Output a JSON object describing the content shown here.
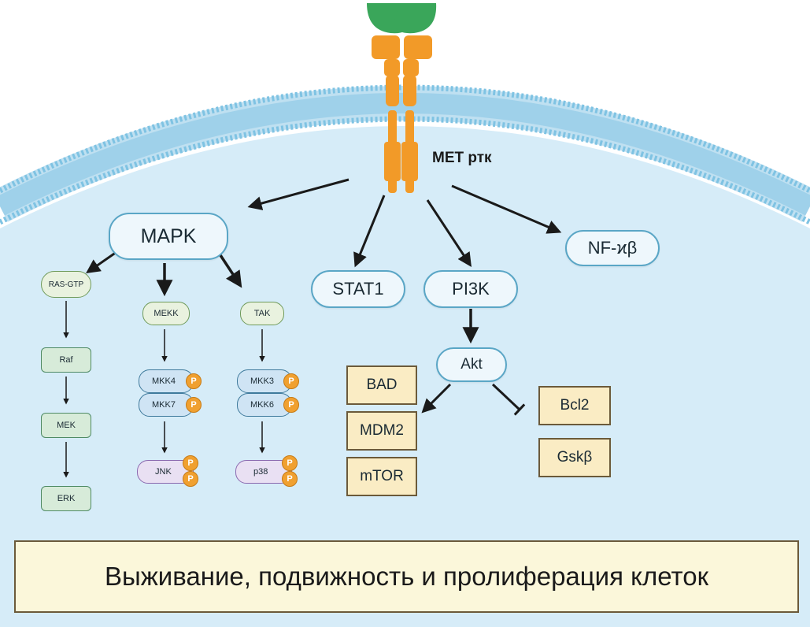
{
  "receptor": {
    "label": "MET ртк"
  },
  "nodes": {
    "mapk": "MAPK",
    "stat1": "STAT1",
    "pi3k": "PI3K",
    "nfkb": "NF-ϰβ",
    "akt": "Akt"
  },
  "mapk_branches": {
    "ras": {
      "top": "RAS-GTP",
      "steps": [
        "Raf",
        "MEK",
        "ERK"
      ]
    },
    "jnk_path": {
      "top": "MEKK",
      "kinases": [
        "MKK4",
        "MKK7"
      ],
      "end": "JNK"
    },
    "p38_path": {
      "top": "TAK",
      "kinases": [
        "MKK3",
        "MKK6"
      ],
      "end": "p38"
    }
  },
  "phospho_label": "P",
  "akt_activated": [
    "BAD",
    "MDM2",
    "mTOR"
  ],
  "akt_inhibited": [
    "Bcl2",
    "Gskβ"
  ],
  "outcome": "Выживание, подвижность и пролиферация клеток",
  "colors": {
    "cytoplasm": "#d6ecf8",
    "membrane_head": "#7fc3e3",
    "receptor": "#f29a28",
    "ligand": "#3aa65a",
    "phospho": "#f0a030"
  }
}
